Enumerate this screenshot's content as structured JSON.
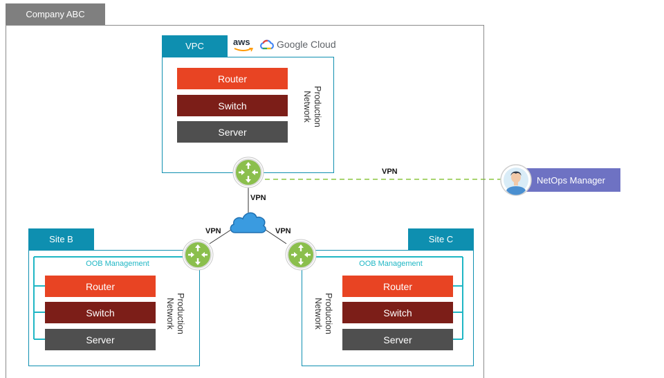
{
  "company": {
    "label": "Company ABC"
  },
  "vpc": {
    "tab_label": "VPC",
    "providers": {
      "aws": "aws",
      "google": "Google Cloud"
    },
    "network_label": [
      "Production",
      "Network"
    ],
    "devices": {
      "router": "Router",
      "switch": "Switch",
      "server": "Server"
    }
  },
  "site_b": {
    "tab_label": "Site B",
    "oob_label": "OOB Management",
    "network_label": [
      "Production",
      "Network"
    ],
    "devices": {
      "router": "Router",
      "switch": "Switch",
      "server": "Server"
    }
  },
  "site_c": {
    "tab_label": "Site C",
    "oob_label": "OOB Management",
    "network_label": [
      "Production",
      "Network"
    ],
    "devices": {
      "router": "Router",
      "switch": "Switch",
      "server": "Server"
    }
  },
  "links": {
    "vpc_to_cloud": "VPN",
    "cloud_to_site_b": "VPN",
    "cloud_to_site_c": "VPN",
    "manager_link": "VPN"
  },
  "manager": {
    "label": "NetOps Manager"
  },
  "colors": {
    "teal": "#0e8fb0",
    "router": "#e84423",
    "switch": "#7c1e18",
    "server": "#4f4f4f",
    "oob": "#1eb6c4",
    "node_green": "#8bbf4d",
    "vpn_dash": "#8cc63f",
    "manager": "#6e72c3"
  }
}
